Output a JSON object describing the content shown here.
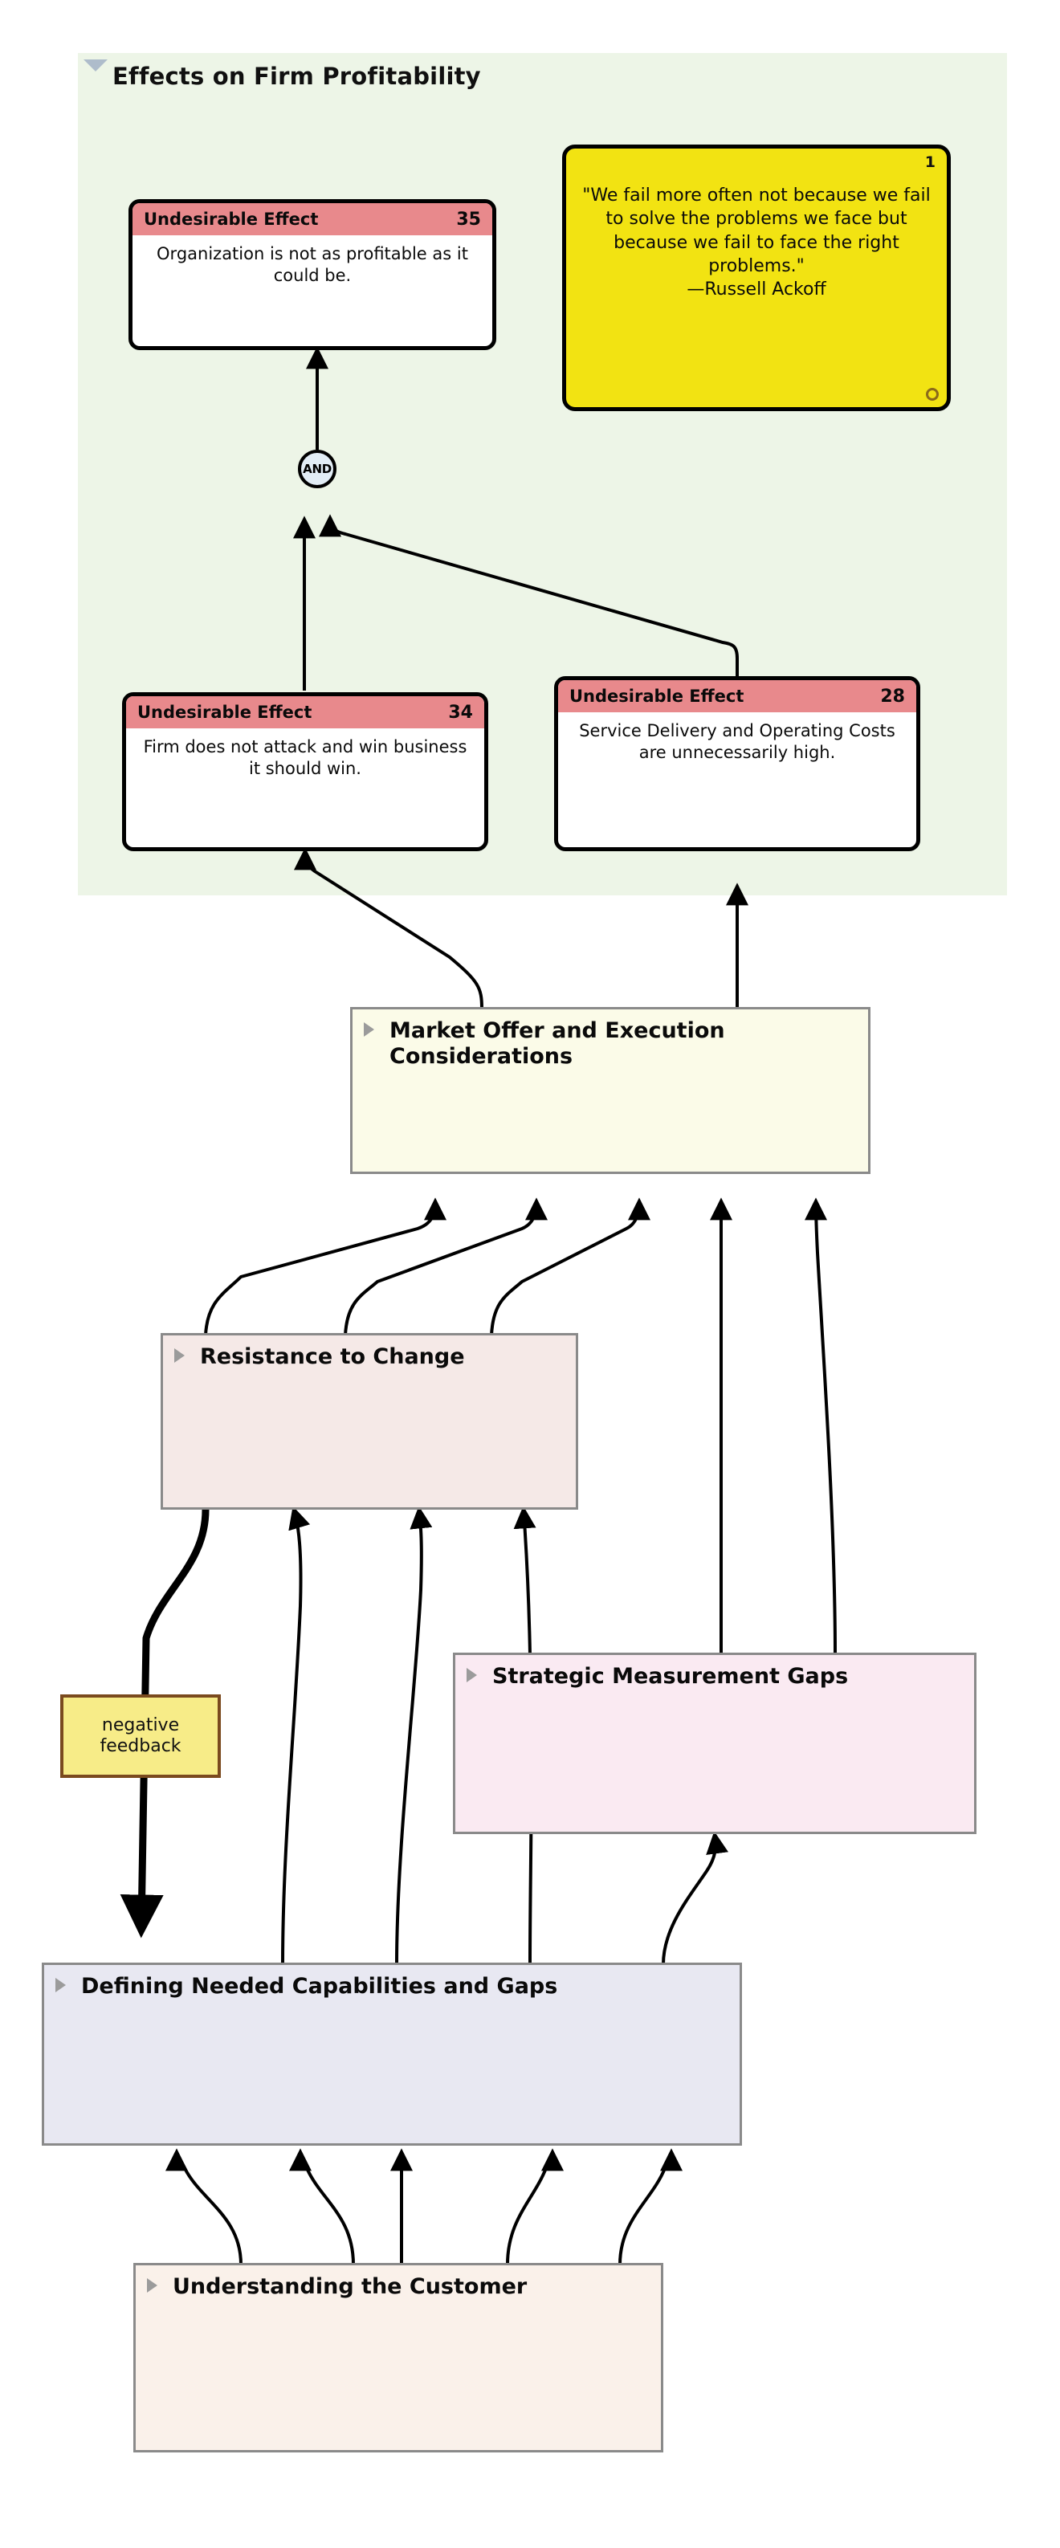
{
  "diagram": {
    "title": "Effects on Firm Profitability",
    "panel": {
      "label": "Effects on Firm Profitability",
      "caret": "triangle-down-icon",
      "color": "#edf5e7"
    }
  },
  "effects": [
    {
      "header": "Undesirable Effect",
      "number": "35",
      "text": "Organization is not as profitable as it could be.",
      "header_color": "#e8898c"
    },
    {
      "header": "Undesirable Effect",
      "number": "34",
      "text": "Firm does not attack and win business it should win.",
      "header_color": "#e8898c"
    },
    {
      "header": "Undesirable Effect",
      "number": "28",
      "text": "Service Delivery and Operating Costs are unnecessarily high.",
      "header_color": "#e8898c"
    }
  ],
  "note": {
    "number": "1",
    "quote": "\"We fail more often not because we fail to solve the problems we face but because we fail to face the right problems.\"",
    "author": "—Russell Ackoff",
    "color": "#f2e312"
  },
  "operator": {
    "label": "AND",
    "color": "#e2edf6"
  },
  "groups": [
    {
      "title": "Market Offer and Execution Considerations",
      "color": "#fbfbe8",
      "caret": "triangle-right-icon"
    },
    {
      "title": "Resistance to Change",
      "color": "#f5e9e7",
      "caret": "triangle-right-icon"
    },
    {
      "title": "Strategic Measurement Gaps",
      "color": "#faeaf2",
      "caret": "triangle-right-icon"
    },
    {
      "title": "Defining Needed Capabilities and Gaps",
      "color": "#e8e8f2",
      "caret": "triangle-right-icon"
    },
    {
      "title": "Understanding the Customer",
      "color": "#faf1ea",
      "caret": "triangle-right-icon"
    }
  ],
  "labels": [
    {
      "text": "negative feedback",
      "line1": "negative",
      "line2": "feedback",
      "fill": "#f7ec88",
      "border": "#7a4a1e"
    }
  ]
}
